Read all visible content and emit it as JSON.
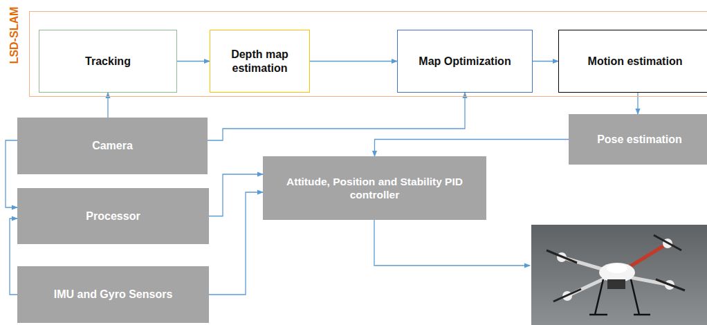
{
  "diagram": {
    "nodes": [
      {
        "text": [
          "LSD-SLAM"
        ]
      },
      {
        "text": [
          "Tracking"
        ],
        "in": 0
      },
      {
        "text": [
          "Depth map estimation"
        ],
        "in": 0
      },
      {
        "text": [
          "Map Optimization"
        ],
        "in": 0
      },
      {
        "text": [
          "Motion estimation"
        ],
        "in": 0
      },
      {
        "text": [
          "Camera"
        ]
      },
      {
        "text": [
          "Pose estimation"
        ]
      },
      {
        "text": [
          "Processor"
        ]
      },
      {
        "text": [
          "Attitude, Position and Stability PID controller"
        ]
      },
      {
        "text": [
          "IMU and Gyro Sensors"
        ]
      }
    ],
    "edges": [
      {
        "from": 1,
        "to": 2,
        "arrow": "to"
      },
      {
        "from": 2,
        "to": 3,
        "arrow": "to"
      },
      {
        "from": 3,
        "to": 4,
        "arrow": "to"
      },
      {
        "from": 5,
        "to": 1,
        "arrow": "to"
      },
      {
        "from": 5,
        "to": 3,
        "arrow": "to"
      },
      {
        "from": 4,
        "to": 6,
        "arrow": "to"
      },
      {
        "from": 6,
        "to": 8,
        "arrow": "to"
      },
      {
        "from": 7,
        "to": 8,
        "arrow": "to"
      },
      {
        "from": 9,
        "to": 8,
        "arrow": "to"
      },
      {
        "from": 5,
        "to": 7,
        "arrow": "to"
      },
      {
        "from": 9,
        "to": 7,
        "arrow": "to"
      }
    ]
  }
}
